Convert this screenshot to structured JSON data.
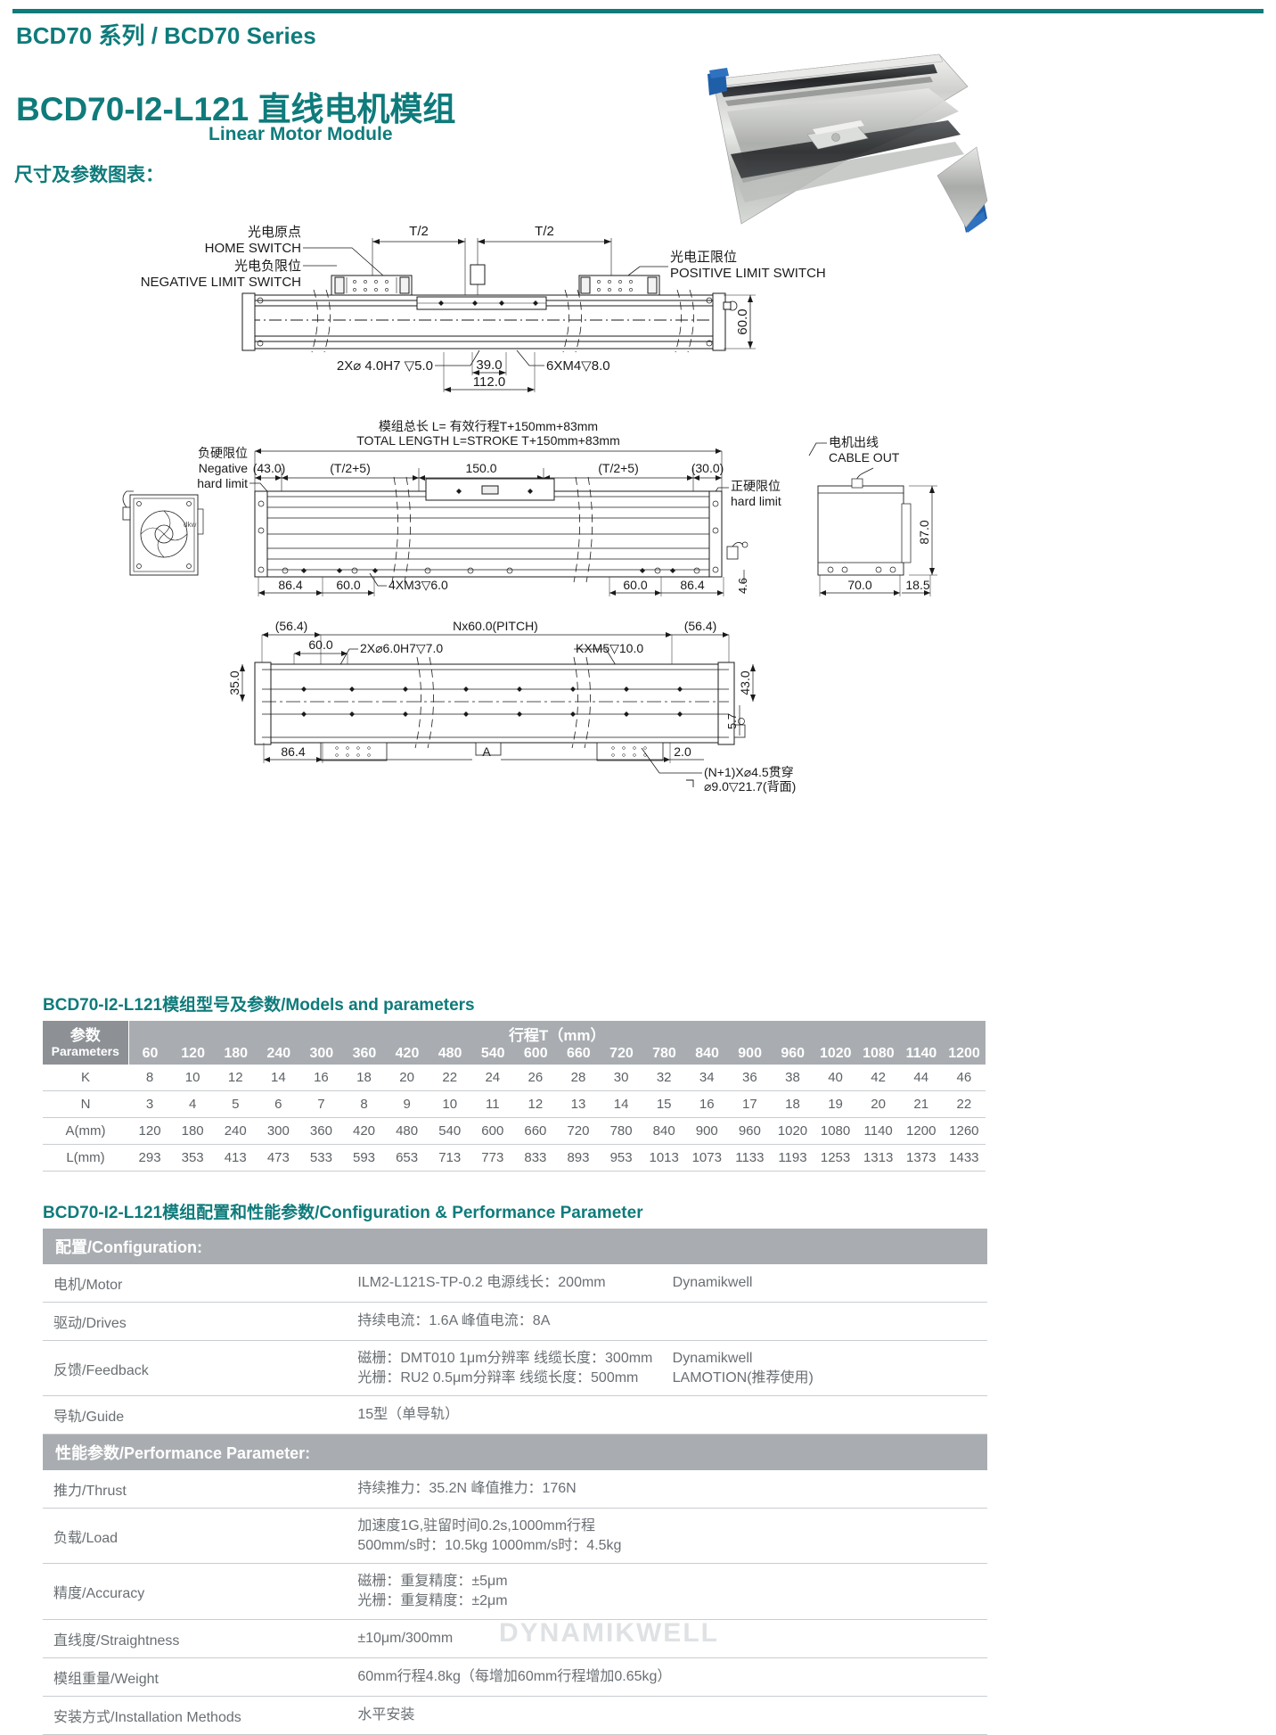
{
  "header": {
    "series": "BCD70 系列 / BCD70 Series",
    "title": "BCD70-I2-L121 直线电机模组",
    "subtitle": "Linear Motor Module",
    "section_label": "尺寸及参数图表：",
    "accent_color": "#0f7b7b"
  },
  "drawing": {
    "top_view": {
      "home_switch_cn": "光电原点",
      "home_switch_en": "HOME SWITCH",
      "neg_limit_cn": "光电负限位",
      "neg_limit_en": "NEGATIVE LIMIT SWITCH",
      "pos_limit_cn": "光电正限位",
      "pos_limit_en": "POSITIVE LIMIT SWITCH",
      "t_half_left": "T/2",
      "t_half_right": "T/2",
      "height_60": "60.0",
      "hole_2x": "2X⌀ 4.0H7 ▽5.0",
      "dim_39": "39.0",
      "dim_112": "112.0",
      "tap_6xm4": "6XM4▽8.0"
    },
    "front_view": {
      "total_len_cn": "模组总长 L= 有效行程T+150mm+83mm",
      "total_len_en": "TOTAL LENGTH L=STROKE T+150mm+83mm",
      "neg_hard_cn": "负硬限位",
      "neg_hard_en1": "Negative",
      "neg_hard_en2": "hard limit",
      "pos_hard_cn": "正硬限位",
      "pos_hard_en": "hard limit",
      "cable_out_cn": "电机出线",
      "cable_out_en": "CABLE OUT",
      "d_43": "(43.0)",
      "d_t2_5a": "(T/2+5)",
      "d_150": "150.0",
      "d_t2_5b": "(T/2+5)",
      "d_30": "(30.0)",
      "d_864_l": "86.4",
      "d_60_l": "60.0",
      "tap_4xm3": "4XM3▽6.0",
      "d_60_r": "60.0",
      "d_864_r": "86.4",
      "d_46": "4.6",
      "d_87": "87.0",
      "d_70": "70.0",
      "d_185": "18.5"
    },
    "bottom_view": {
      "d_564_l": "(56.4)",
      "pitch": "Nx60.0(PITCH)",
      "d_564_r": "(56.4)",
      "d_60": "60.0",
      "hole_2x6": "2X⌀6.0H7▽7.0",
      "tap_kxm5": "KXM5▽10.0",
      "d_35": "35.0",
      "d_43": "43.0",
      "d_57": "5.7",
      "d_864": "86.4",
      "label_A": "A",
      "d_20": "2.0",
      "note1": "(N+1)X⌀4.5贯穿",
      "note2": "⌀9.0▽21.7(背面)"
    }
  },
  "models_table": {
    "title": "BCD70-I2-L121模组型号及参数/Models and parameters",
    "param_header_cn": "参数",
    "param_header_en": "Parameters",
    "stroke_header": "行程T（mm）",
    "strokes": [
      "60",
      "120",
      "180",
      "240",
      "300",
      "360",
      "420",
      "480",
      "540",
      "600",
      "660",
      "720",
      "780",
      "840",
      "900",
      "960",
      "1020",
      "1080",
      "1140",
      "1200"
    ],
    "rows": [
      {
        "label": "K",
        "values": [
          "8",
          "10",
          "12",
          "14",
          "16",
          "18",
          "20",
          "22",
          "24",
          "26",
          "28",
          "30",
          "32",
          "34",
          "36",
          "38",
          "40",
          "42",
          "44",
          "46"
        ]
      },
      {
        "label": "N",
        "values": [
          "3",
          "4",
          "5",
          "6",
          "7",
          "8",
          "9",
          "10",
          "11",
          "12",
          "13",
          "14",
          "15",
          "16",
          "17",
          "18",
          "19",
          "20",
          "21",
          "22"
        ]
      },
      {
        "label": "A(mm)",
        "values": [
          "120",
          "180",
          "240",
          "300",
          "360",
          "420",
          "480",
          "540",
          "600",
          "660",
          "720",
          "780",
          "840",
          "900",
          "960",
          "1020",
          "1080",
          "1140",
          "1200",
          "1260"
        ]
      },
      {
        "label": "L(mm)",
        "values": [
          "293",
          "353",
          "413",
          "473",
          "533",
          "593",
          "653",
          "713",
          "773",
          "833",
          "893",
          "953",
          "1013",
          "1073",
          "1133",
          "1193",
          "1253",
          "1313",
          "1373",
          "1433"
        ]
      }
    ]
  },
  "config_table": {
    "title": "BCD70-I2-L121模组配置和性能参数/Configuration & Performance Parameter",
    "config_band": "配置/Configuration:",
    "perf_band": "性能参数/Performance Parameter:",
    "config_rows": [
      {
        "key": "电机/Motor",
        "value": "ILM2-L121S-TP-0.2    电源线长：200mm",
        "brand": "Dynamikwell"
      },
      {
        "key": "驱动/Drives",
        "value": "持续电流：1.6A    峰值电流：8A",
        "brand": ""
      },
      {
        "key": "反馈/Feedback",
        "value": "磁栅：DMT010    1μm分辨率    线缆长度：300mm\n光栅：RU2      0.5μm分辩率    线缆长度：500mm",
        "brand": "Dynamikwell\nLAMOTION(推荐使用)"
      },
      {
        "key": "导轨/Guide",
        "value": "15型（单导轨）",
        "brand": ""
      }
    ],
    "perf_rows": [
      {
        "key": "推力/Thrust",
        "value": "持续推力：35.2N    峰值推力：176N",
        "brand": ""
      },
      {
        "key": "负载/Load",
        "value": "加速度1G,驻留时间0.2s,1000mm行程\n500mm/s时：10.5kg    1000mm/s时：4.5kg",
        "brand": ""
      },
      {
        "key": "精度/Accuracy",
        "value": "磁栅：重复精度：±5μm\n光栅：重复精度：±2μm",
        "brand": ""
      },
      {
        "key": "直线度/Straightness",
        "value": "±10μm/300mm",
        "brand": ""
      },
      {
        "key": "模组重量/Weight",
        "value": "60mm行程4.8kg（每增加60mm行程增加0.65kg）",
        "brand": ""
      },
      {
        "key": "安装方式/Installation Methods",
        "value": "水平安装",
        "brand": ""
      }
    ]
  },
  "watermark": "DYNAMIKWELL"
}
